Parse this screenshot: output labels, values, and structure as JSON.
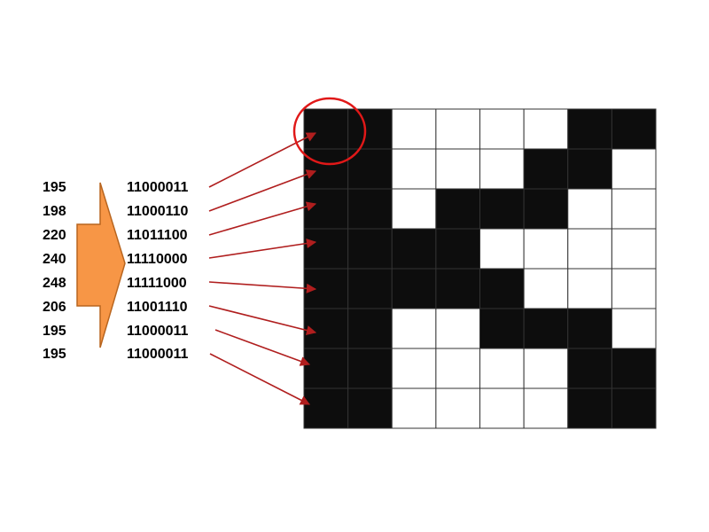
{
  "decimal_values": [
    "195",
    "198",
    "220",
    "240",
    "248",
    "206",
    "195",
    "195"
  ],
  "binary_values": [
    "11000011",
    "11000110",
    "11011100",
    "11110000",
    "11111000",
    "11001110",
    "11000011",
    "11000011"
  ],
  "grid": {
    "rows": 8,
    "cols": 8,
    "pixels": [
      [
        1,
        1,
        0,
        0,
        0,
        0,
        1,
        1
      ],
      [
        1,
        1,
        0,
        0,
        0,
        1,
        1,
        0
      ],
      [
        1,
        1,
        0,
        1,
        1,
        1,
        0,
        0
      ],
      [
        1,
        1,
        1,
        1,
        0,
        0,
        0,
        0
      ],
      [
        1,
        1,
        1,
        1,
        1,
        0,
        0,
        0
      ],
      [
        1,
        1,
        0,
        0,
        1,
        1,
        1,
        0
      ],
      [
        1,
        1,
        0,
        0,
        0,
        0,
        1,
        1
      ],
      [
        1,
        1,
        0,
        0,
        0,
        0,
        1,
        1
      ]
    ]
  },
  "colors": {
    "pixel_on": "#0d0d0d",
    "pixel_off": "#ffffff",
    "grid_line": "#333333",
    "arrow_line": "#b01e1e",
    "highlight_circle": "#e01818",
    "block_arrow_fill": "#f79646",
    "block_arrow_stroke": "#b8651f"
  },
  "highlight": {
    "row": 0,
    "col": 0
  }
}
